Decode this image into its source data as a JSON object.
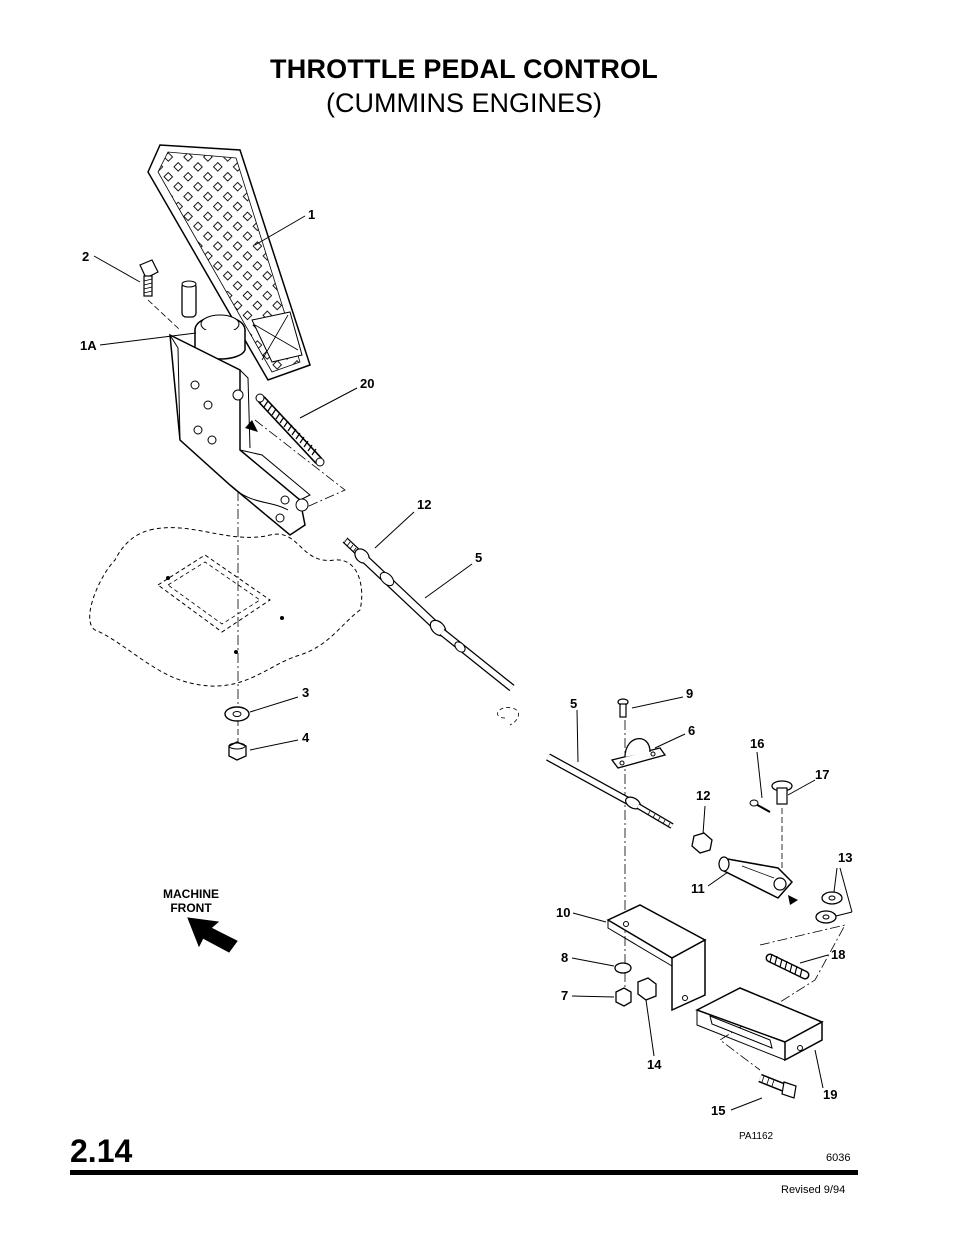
{
  "header": {
    "title": "THROTTLE PEDAL CONTROL",
    "subtitle": "(CUMMINS ENGINES)"
  },
  "callouts": {
    "c1": "1",
    "c1a": "1A",
    "c2": "2",
    "c20": "20",
    "c12a": "12",
    "c5a": "5",
    "c3": "3",
    "c4": "4",
    "c5b": "5",
    "c9": "9",
    "c6": "6",
    "c16": "16",
    "c17": "17",
    "c12b": "12",
    "c13": "13",
    "c11": "11",
    "c10": "10",
    "c18": "18",
    "c8": "8",
    "c7": "7",
    "c14": "14",
    "c19": "19",
    "c15": "15"
  },
  "direction": {
    "line1": "MACHINE",
    "line2": "FRONT"
  },
  "figure_code": "PA1162",
  "footer": {
    "page_number": "2.14",
    "doc_code": "6036",
    "revised": "Revised 9/94"
  }
}
